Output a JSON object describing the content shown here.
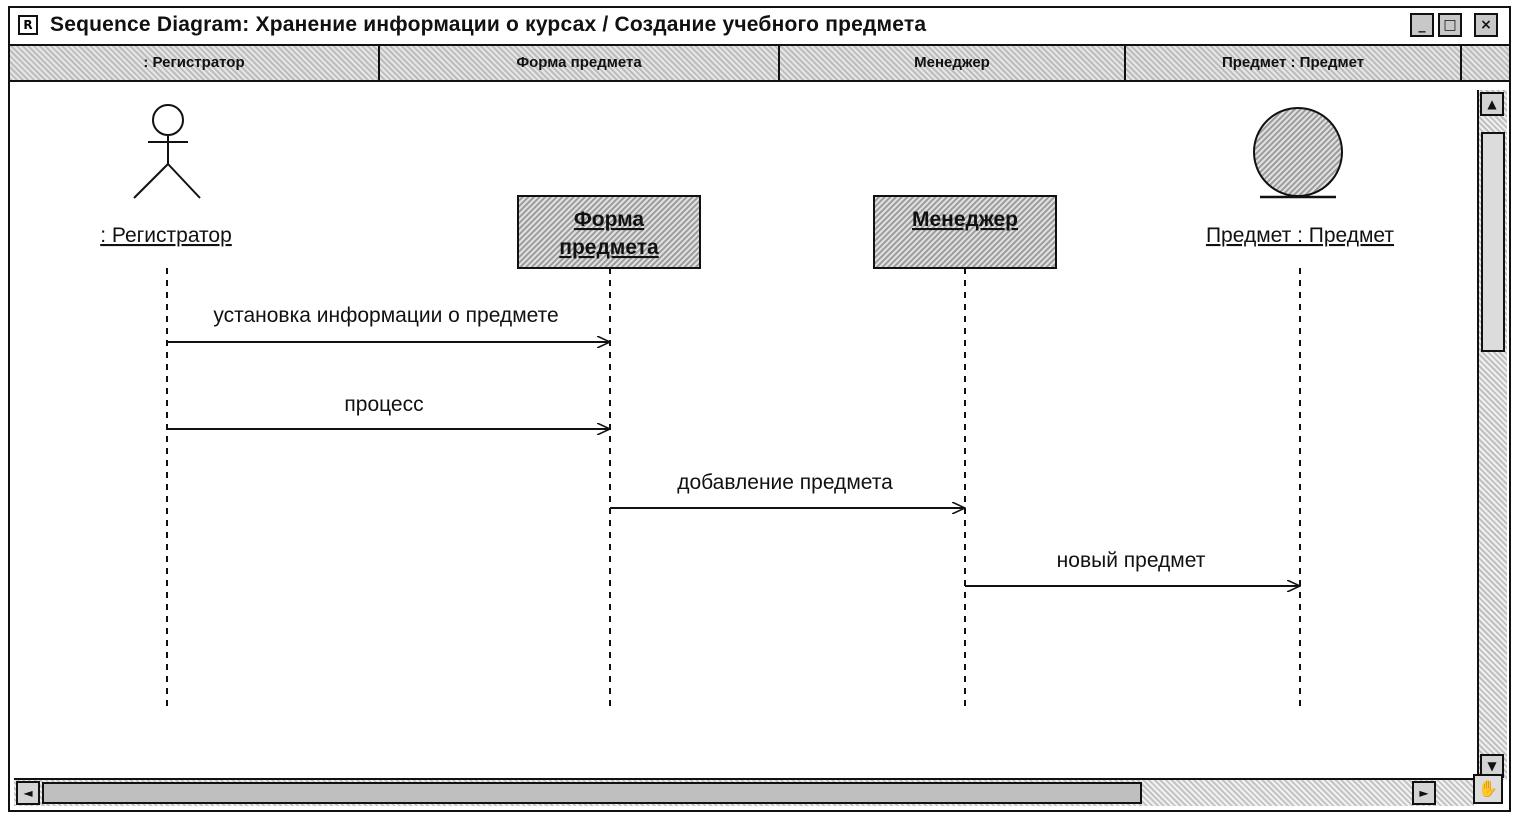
{
  "window": {
    "title": "Sequence Diagram: Хранение информации о курсах / Создание учебного предмета",
    "app_icon": "rational-rose-icon",
    "controls": {
      "minimize": "_",
      "maximize": "□",
      "close": "×"
    }
  },
  "header": {
    "cells": [
      {
        "label": ": Регистратор"
      },
      {
        "label": "Форма предмета"
      },
      {
        "label": "Менеджер"
      },
      {
        "label": "Предмет : Предмет"
      }
    ]
  },
  "diagram": {
    "objects": {
      "registrar": {
        "label": ": Регистратор",
        "kind": "actor"
      },
      "form": {
        "label_line1": "Форма",
        "label_line2": "предмета",
        "kind": "boundary-box"
      },
      "manager": {
        "label": "Менеджер",
        "kind": "control-box"
      },
      "subject": {
        "label": "Предмет : Предмет",
        "kind": "entity"
      }
    },
    "messages": [
      {
        "label": "установка информации о предмете",
        "from": "registrar",
        "to": "form"
      },
      {
        "label": "процесс",
        "from": "registrar",
        "to": "form"
      },
      {
        "label": "добавление предмета",
        "from": "form",
        "to": "manager"
      },
      {
        "label": "новый предмет",
        "from": "manager",
        "to": "subject"
      }
    ]
  },
  "scrollbars": {
    "up_arrow": "▲",
    "down_arrow": "▼",
    "left_arrow": "◄",
    "right_arrow": "►",
    "grip_icon": "hand-icon"
  }
}
